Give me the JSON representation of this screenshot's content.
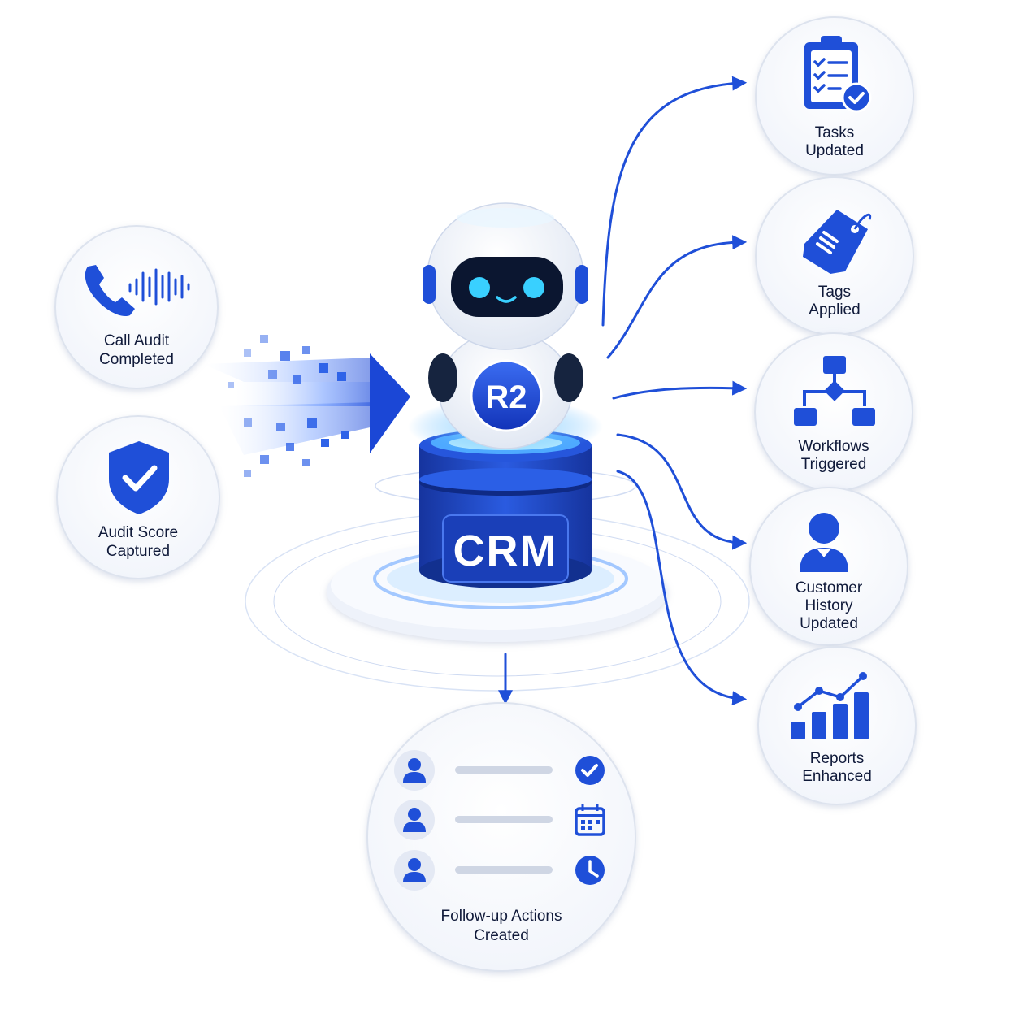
{
  "center": {
    "robot_badge": "R2",
    "database_label": "CRM"
  },
  "inputs": [
    {
      "id": "call-audit",
      "line1": "Call Audit",
      "line2": "Completed",
      "icon": "phone-soundwave-icon"
    },
    {
      "id": "audit-score",
      "line1": "Audit Score",
      "line2": "Captured",
      "icon": "shield-check-icon"
    }
  ],
  "outputs": [
    {
      "id": "tasks",
      "lines": [
        "Tasks",
        "Updated"
      ],
      "icon": "clipboard-checklist-icon"
    },
    {
      "id": "tags",
      "lines": [
        "Tags",
        "Applied"
      ],
      "icon": "tag-icon"
    },
    {
      "id": "workflows",
      "lines": [
        "Workflows",
        "Triggered"
      ],
      "icon": "workflow-icon"
    },
    {
      "id": "customer-history",
      "lines": [
        "Customer",
        "History",
        "Updated"
      ],
      "icon": "user-icon"
    },
    {
      "id": "reports",
      "lines": [
        "Reports",
        "Enhanced"
      ],
      "icon": "bar-chart-icon"
    }
  ],
  "followup": {
    "line1": "Follow-up Actions",
    "line2": "Created",
    "rows": [
      {
        "status_icon": "check-circle-icon"
      },
      {
        "status_icon": "calendar-icon"
      },
      {
        "status_icon": "clock-icon"
      }
    ]
  },
  "colors": {
    "primary": "#1f4fd8",
    "dark": "#0d2a8f",
    "light": "#5b8cff",
    "glow": "#7fd2ff"
  }
}
